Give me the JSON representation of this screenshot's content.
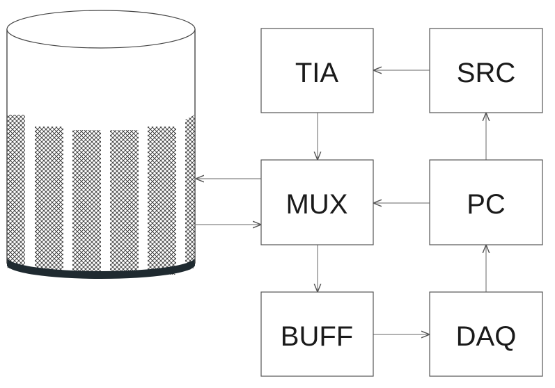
{
  "diagram": {
    "blocks": {
      "tia": {
        "label": "TIA"
      },
      "src": {
        "label": "SRC"
      },
      "mux": {
        "label": "MUX"
      },
      "pc": {
        "label": "PC"
      },
      "buff": {
        "label": "BUFF"
      },
      "daq": {
        "label": "DAQ"
      }
    },
    "connections": [
      {
        "from": "src",
        "to": "tia"
      },
      {
        "from": "tia",
        "to": "mux"
      },
      {
        "from": "pc",
        "to": "mux"
      },
      {
        "from": "pc",
        "to": "src"
      },
      {
        "from": "mux",
        "to": "buff"
      },
      {
        "from": "buff",
        "to": "daq"
      },
      {
        "from": "daq",
        "to": "pc"
      },
      {
        "from": "mux",
        "to": "electrode-cylinder"
      },
      {
        "from": "electrode-cylinder",
        "to": "mux"
      }
    ],
    "cylinder": {
      "electrode_count": 6,
      "electrode_pattern": "crosshatch",
      "base_color": "#1f2a30"
    }
  }
}
